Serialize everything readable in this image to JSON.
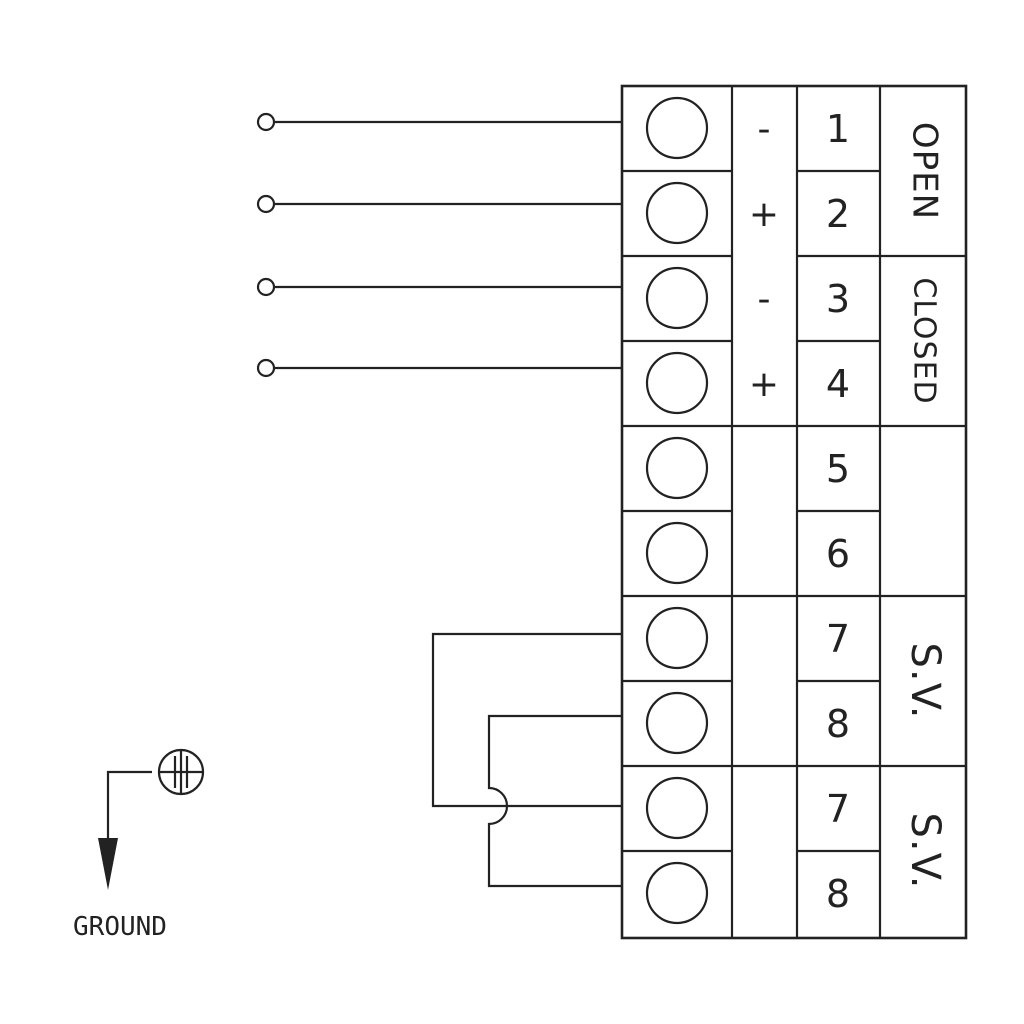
{
  "terminals": [
    {
      "number": "1",
      "polarity": "-"
    },
    {
      "number": "2",
      "polarity": "+"
    },
    {
      "number": "3",
      "polarity": "-"
    },
    {
      "number": "4",
      "polarity": "+"
    },
    {
      "number": "5",
      "polarity": ""
    },
    {
      "number": "6",
      "polarity": ""
    },
    {
      "number": "7",
      "polarity": ""
    },
    {
      "number": "8",
      "polarity": ""
    },
    {
      "number": "7",
      "polarity": ""
    },
    {
      "number": "8",
      "polarity": ""
    }
  ],
  "groups": {
    "open": "OPEN",
    "closed": "CLOSED",
    "sv_a": "S.V.",
    "sv_b": "S.V."
  },
  "ground": {
    "label": "GROUND",
    "symbol": "ground-screw-icon"
  },
  "colors": {
    "line": "#222222",
    "background": "#ffffff"
  }
}
